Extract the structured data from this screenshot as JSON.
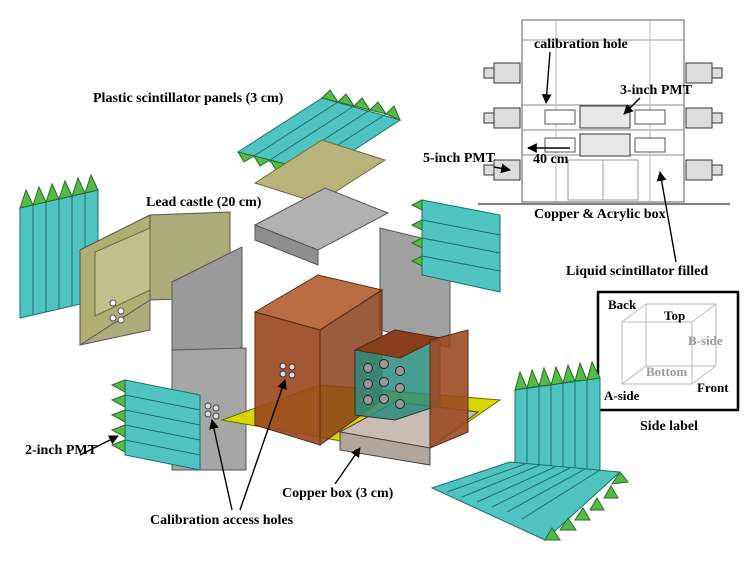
{
  "labels": {
    "plastic_panels": "Plastic scintillator panels (3 cm)",
    "lead_castle": "Lead castle (20 cm)",
    "two_inch_pmt": "2-inch PMT",
    "calibration_access": "Calibration access holes",
    "copper_box": "Copper box (3 cm)",
    "calibration_hole": "calibration hole",
    "three_inch_pmt": "3-inch PMT",
    "five_inch_pmt": "5-inch PMT",
    "forty_cm": "40 cm",
    "copper_acrylic": "Copper & Acrylic box",
    "liquid_scint": "Liquid scintillator filled"
  },
  "side_label": {
    "title": "Side label",
    "back": "Back",
    "top": "Top",
    "b_side": "B-side",
    "bottom": "Bottom",
    "front": "Front",
    "a_side": "A-side"
  },
  "colors": {
    "scintillator": "#4ec3c0",
    "scint_edge": "#1d6f6f",
    "pmt_green": "#54b948",
    "lead_olive": "#a3a36b",
    "lead_grey": "#8e8e8e",
    "copper_brown": "#9b4a22",
    "floor_yellow": "#d8d800"
  }
}
